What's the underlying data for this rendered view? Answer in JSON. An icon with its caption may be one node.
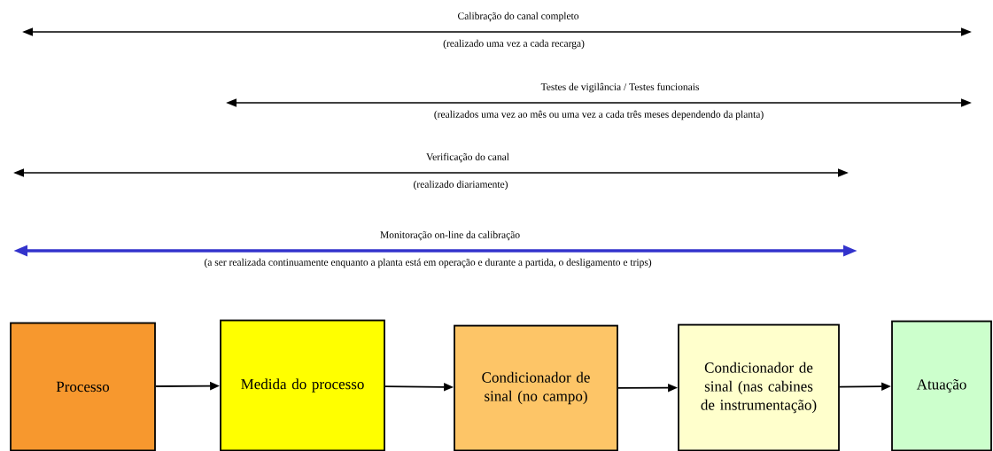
{
  "diagram": {
    "nodes": [
      {
        "text": [
          "Processo"
        ]
      },
      {
        "text": [
          "Medida do processo"
        ]
      },
      {
        "text": [
          "Condicionador de sinal (no campo)"
        ]
      },
      {
        "text": [
          "Condicionador de sinal (nas cabines de instrumentação)"
        ]
      },
      {
        "text": [
          "Atuação"
        ]
      }
    ],
    "edges": [
      {
        "from": 0,
        "to": 1,
        "arrow": "to"
      },
      {
        "from": 1,
        "to": 2,
        "arrow": "to"
      },
      {
        "from": 2,
        "to": 3,
        "arrow": "to"
      },
      {
        "from": 3,
        "to": 4,
        "arrow": "to"
      }
    ],
    "labels": [
      "Calibração do canal completo",
      "(realizado uma vez a cada recarga)",
      "Testes de vigilância / Testes funcionais",
      "(realizados uma vez ao mês ou uma vez a cada três meses dependendo da planta)",
      "Verificação do canal",
      "(realizado diariamente)",
      "Monitoração on-line da calibração",
      "(a ser realizada continuamente enquanto a planta está em operação e durante a partida, o desligamento e trips)"
    ]
  }
}
